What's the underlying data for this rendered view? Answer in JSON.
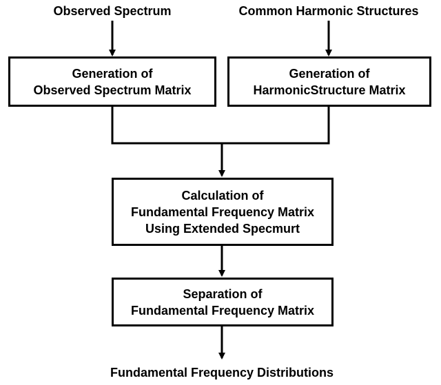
{
  "inputs": {
    "observed_spectrum": "Observed Spectrum",
    "common_harmonic_structures": "Common Harmonic Structures"
  },
  "boxes": {
    "generation_observed": {
      "line1": "Generation of",
      "line2": "Observed Spectrum Matrix"
    },
    "generation_harmonic": {
      "line1": "Generation of",
      "line2": "HarmonicStructure Matrix"
    },
    "calculation": {
      "line1": "Calculation of",
      "line2": "Fundamental Frequency Matrix",
      "line3": "Using Extended Specmurt"
    },
    "separation": {
      "line1": "Separation of",
      "line2": "Fundamental Frequency Matrix"
    }
  },
  "output": {
    "label": "Fundamental Frequency Distributions"
  }
}
